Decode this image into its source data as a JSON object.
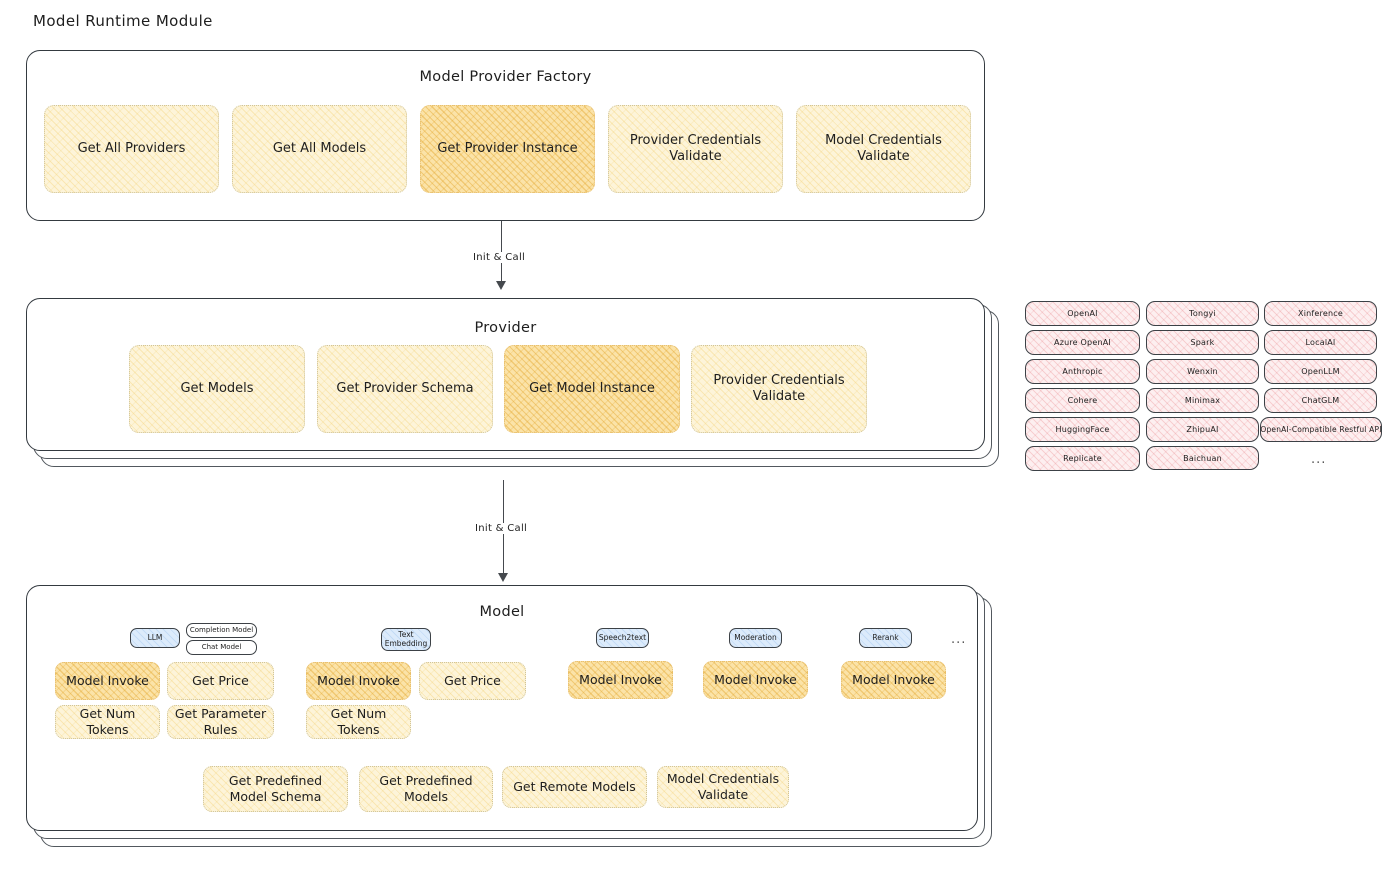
{
  "page": {
    "title": "Model Runtime Module"
  },
  "factory": {
    "label": "Model Provider Factory",
    "methods": [
      {
        "label": "Get All Providers",
        "highlight": false
      },
      {
        "label": "Get All Models",
        "highlight": false
      },
      {
        "label": "Get Provider Instance",
        "highlight": true
      },
      {
        "label": "Provider Credentials Validate",
        "highlight": false
      },
      {
        "label": "Model Credentials Validate",
        "highlight": false
      }
    ]
  },
  "arrows": [
    {
      "label": "Init & Call"
    },
    {
      "label": "Init & Call"
    }
  ],
  "provider": {
    "label": "Provider",
    "methods": [
      {
        "label": "Get Models",
        "highlight": false
      },
      {
        "label": "Get Provider Schema",
        "highlight": false
      },
      {
        "label": "Get Model Instance",
        "highlight": true
      },
      {
        "label": "Provider Credentials Validate",
        "highlight": false
      }
    ]
  },
  "provider_list": {
    "columns": [
      {
        "items": [
          "OpenAI",
          "Azure OpenAI",
          "Anthropic",
          "Cohere",
          "HuggingFace",
          "Replicate"
        ]
      },
      {
        "items": [
          "Tongyi",
          "Spark",
          "Wenxin",
          "Minimax",
          "ZhipuAI",
          "Baichuan"
        ]
      },
      {
        "items": [
          "Xinference",
          "LocalAI",
          "OpenLLM",
          "ChatGLM",
          "OpenAI-Compatible Restful API"
        ]
      }
    ],
    "more": "..."
  },
  "model": {
    "label": "Model",
    "more": "...",
    "types": [
      {
        "tag": "LLM",
        "subtags": [
          "Completion Model",
          "Chat Model"
        ],
        "methods": [
          {
            "label": "Model Invoke",
            "highlight": true
          },
          {
            "label": "Get Price",
            "highlight": false
          },
          {
            "label": "Get Num Tokens",
            "highlight": false
          },
          {
            "label": "Get Parameter Rules",
            "highlight": false
          }
        ]
      },
      {
        "tag": "Text\nEmbedding",
        "subtags": [],
        "methods": [
          {
            "label": "Model Invoke",
            "highlight": true
          },
          {
            "label": "Get Price",
            "highlight": false
          },
          {
            "label": "Get Num Tokens",
            "highlight": false
          }
        ]
      },
      {
        "tag": "Speech2text",
        "subtags": [],
        "methods": [
          {
            "label": "Model Invoke",
            "highlight": true
          }
        ]
      },
      {
        "tag": "Moderation",
        "subtags": [],
        "methods": [
          {
            "label": "Model Invoke",
            "highlight": true
          }
        ]
      },
      {
        "tag": "Rerank",
        "subtags": [],
        "methods": [
          {
            "label": "Model Invoke",
            "highlight": true
          }
        ]
      }
    ],
    "common_methods": [
      {
        "label": "Get Predefined Model Schema"
      },
      {
        "label": "Get Predefined Models"
      },
      {
        "label": "Get Remote Models"
      },
      {
        "label": "Model Credentials Validate"
      }
    ]
  },
  "colors": {
    "chip_fill": "#fdf4d9",
    "chip_fill_strong": "#fbe3a8",
    "pill_fill": "#fdeff0",
    "tag_fill": "#dcebfb",
    "stroke": "#343a40",
    "text": "#1e1e1e"
  }
}
